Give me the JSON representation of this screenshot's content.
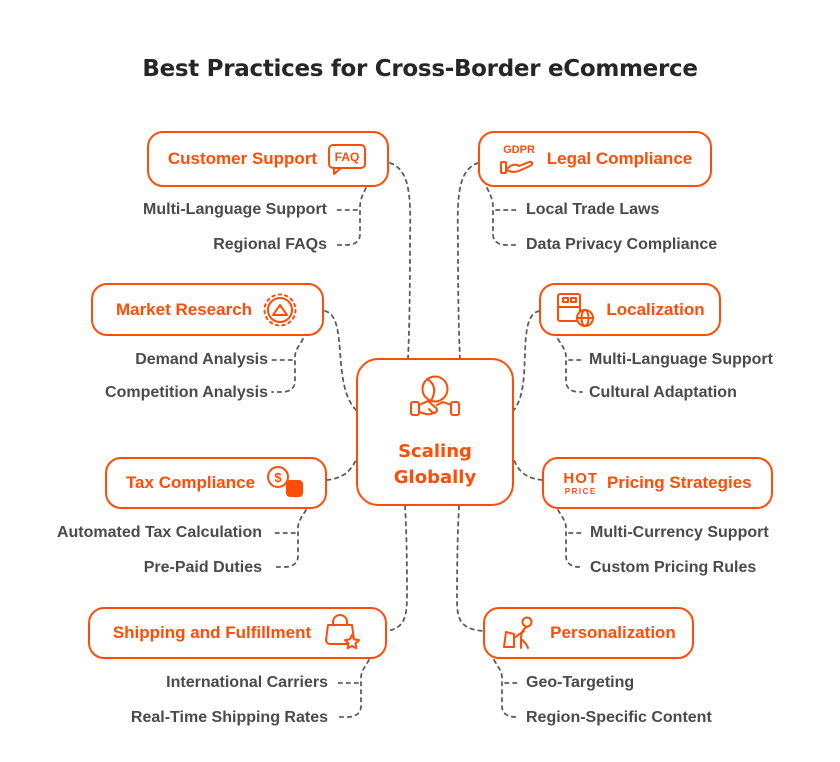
{
  "title": "Best Practices for Cross-Border eCommerce",
  "center": {
    "line1": "Scaling",
    "line2": "Globally"
  },
  "branches": [
    {
      "label": "Customer Support",
      "items": [
        "Multi-Language Support",
        "Regional FAQs"
      ]
    },
    {
      "label": "Legal Compliance",
      "items": [
        "Local Trade Laws",
        "Data Privacy Compliance"
      ]
    },
    {
      "label": "Market Research",
      "items": [
        "Demand Analysis",
        "Competition Analysis"
      ]
    },
    {
      "label": "Localization",
      "items": [
        "Multi-Language Support",
        "Cultural Adaptation"
      ]
    },
    {
      "label": "Tax Compliance",
      "items": [
        "Automated Tax Calculation",
        "Pre-Paid Duties"
      ]
    },
    {
      "label": "Pricing Strategies",
      "items": [
        "Multi-Currency Support",
        "Custom Pricing Rules"
      ]
    },
    {
      "label": "Shipping and Fulfillment",
      "items": [
        "International Carriers",
        "Real-Time Shipping Rates"
      ]
    },
    {
      "label": "Personalization",
      "items": [
        "Geo-Targeting",
        "Region-Specific Content"
      ]
    }
  ],
  "icon_texts": {
    "faq": "FAQ",
    "gdpr": "GDPR",
    "dollar": "$",
    "hot": "HOT",
    "price": "PRICE"
  },
  "colors": {
    "accent": "#FF4D08",
    "title_text": "#262626",
    "subitem_text": "#4A4A4A",
    "connector": "#5C5C5C",
    "background": "#FFFFFF"
  }
}
